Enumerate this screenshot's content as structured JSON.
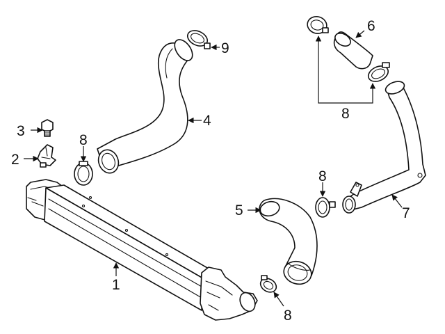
{
  "callouts": {
    "c1": "1",
    "c2": "2",
    "c3": "3",
    "c4": "4",
    "c5": "5",
    "c6": "6",
    "c7": "7",
    "c8a": "8",
    "c8b": "8",
    "c8c": "8",
    "c8d": "8",
    "c9": "9"
  }
}
